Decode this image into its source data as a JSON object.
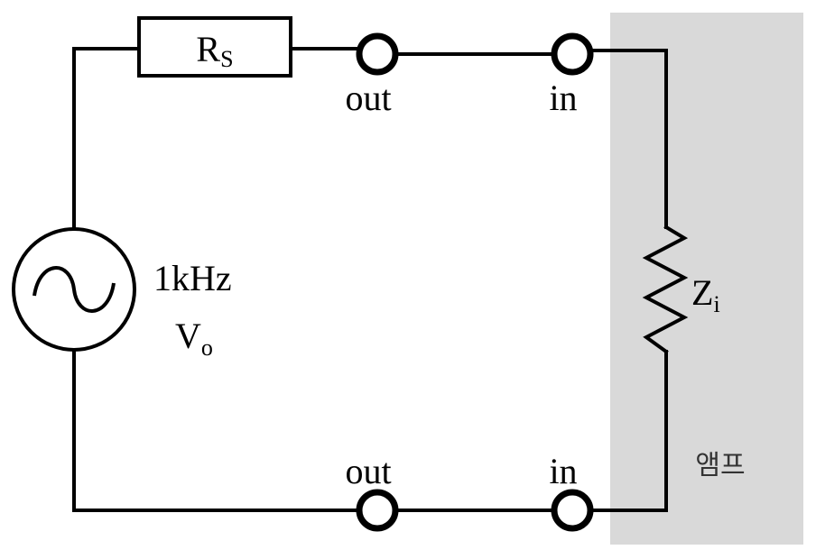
{
  "resistor": {
    "letter": "R",
    "subscript": "S"
  },
  "source": {
    "frequency": "1kHz",
    "letter": "V",
    "subscript": "o"
  },
  "terminals": {
    "top_left": "out",
    "top_right": "in",
    "bottom_left": "out",
    "bottom_right": "in"
  },
  "impedance": {
    "letter": "Z",
    "subscript": "i"
  },
  "amp": {
    "label": "앰프",
    "fill_color": "#d9d9d9"
  }
}
